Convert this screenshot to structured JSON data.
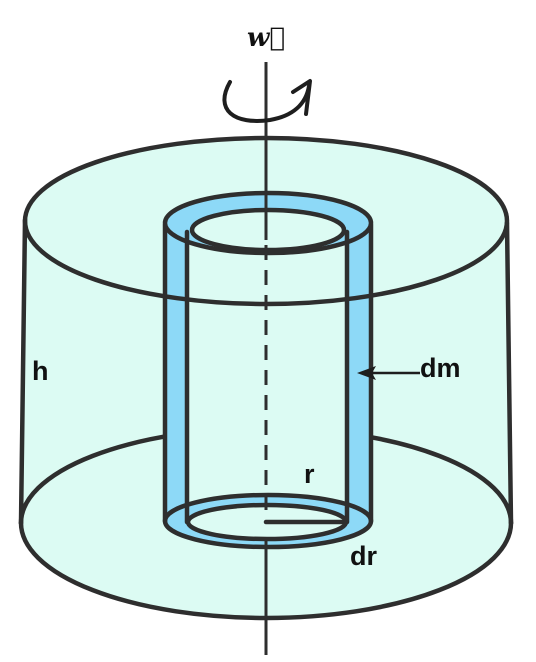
{
  "diagram": {
    "axis_label": "w⃗",
    "labels": {
      "height": "h",
      "mass_element": "dm",
      "radius": "r",
      "thickness": "dr"
    },
    "colors": {
      "outer_cylinder_fill": "#dcfbf3",
      "shell_fill": "#8dd9f7",
      "outline": "#2e2e2e",
      "background": "#ffffff"
    },
    "icons": [
      "rotation-arrow-icon",
      "pointer-arrow-icon"
    ]
  }
}
